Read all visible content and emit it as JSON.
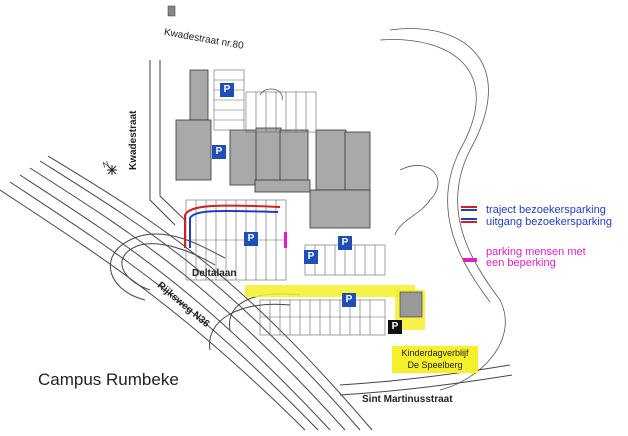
{
  "map": {
    "title": "Campus Rumbeke",
    "compass_letter": "N",
    "streets": {
      "kwadestraat_nr": "Kwadestraat nr.80",
      "kwadestraat": "Kwadestraat",
      "deltalaan": "Deltalaan",
      "rijksweg": "Rijksweg N36",
      "sint_martinus": "Sint Martinusstraat"
    },
    "daycare": {
      "line1": "Kinderdagverblijf",
      "line2": "De Speelberg"
    },
    "parking_sign": "P",
    "legend": [
      {
        "text": "traject bezoekersparking",
        "color": "#1f3fbf"
      },
      {
        "text": "uitgang bezoekersparking",
        "color": "#1f3fbf"
      },
      {
        "text": "parking mensen met",
        "color": "#e020c0"
      },
      {
        "text": "een beperking",
        "color": "#e020c0"
      }
    ],
    "colors": {
      "building": "#a9a9a9",
      "road_line": "#555555",
      "highlight": "#f4f02a",
      "visitor_route": "#1f3fbf",
      "exit_route": "#d62020",
      "accessible": "#e020c0",
      "parking_sign_bg": "#1f4fb5"
    }
  }
}
